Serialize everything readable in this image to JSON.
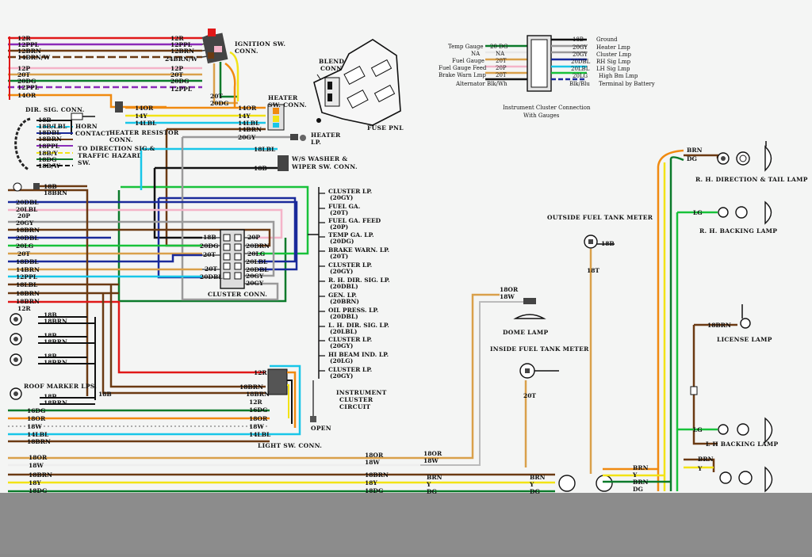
{
  "colors": {
    "red": "#e01818",
    "pink": "#f4b4c8",
    "brown": "#6b3a12",
    "yellow": "#f2e314",
    "dkgreen": "#0a7a2a",
    "ltgreen": "#18c23a",
    "purple": "#8a2bb8",
    "orange": "#f08a10",
    "tan": "#d9a04a",
    "gray": "#9a9a9a",
    "white": "#ffffff",
    "dkblue": "#1a2a9a",
    "ltblue": "#18c6e8",
    "black": "#111111"
  },
  "left_wires_top": [
    "12R",
    "12PPL",
    "12BRN",
    "14BRN/W",
    "12P",
    "20T",
    "20DG",
    "12PPL",
    "14OR"
  ],
  "ign_labels": [
    "12R",
    "12PPL",
    "12BRN",
    "24BRN/W",
    "12P",
    "20T",
    "20DG",
    "12PPL"
  ],
  "ign_title": [
    "IGNITION SW.",
    "CONN."
  ],
  "blend": [
    "BLEND",
    "CONN"
  ],
  "fuse": "FUSE PNL",
  "heater_resistor": [
    "HEATER RESISTOR",
    "CONN."
  ],
  "heater_sw": [
    "HEATER",
    "SW. CONN."
  ],
  "heater_sw_wires": [
    "14OR",
    "14Y",
    "14LBL",
    "14BRN"
  ],
  "resistor_wires": [
    "14OR",
    "14Y",
    "14LBL"
  ],
  "mid_wires": [
    "20T",
    "20DG",
    "20GY",
    "18LBL",
    "18B"
  ],
  "heater_lp": [
    "HEATER",
    "LP."
  ],
  "washer": [
    "W/S WASHER &",
    "WIPER SW. CONN."
  ],
  "dir_sig": "DIR. SIG. CONN.",
  "horn": [
    "HORN",
    "CONTACT"
  ],
  "dir_sig_wires": [
    "18B",
    "18B/LBL",
    "18DBL",
    "18BRN",
    "18PPL",
    "18B/Y",
    "18DG",
    "18B/W"
  ],
  "traffic": [
    "TO DIRECTION SIG.&",
    "TRAFFIC HAZARD",
    "SW."
  ],
  "instrument": {
    "title": [
      "Instrument Cluster Connection",
      "With Gauges"
    ],
    "left": [
      [
        "Temp Gauge",
        "20 DG"
      ],
      [
        "NA",
        "NA"
      ],
      [
        "Fuel Gauge",
        "20T"
      ],
      [
        "Fuel Gauge Feed",
        "20P"
      ],
      [
        "Brake Warn Lmp",
        "20T"
      ],
      [
        "Alternator",
        "Blk/Wh"
      ]
    ],
    "right": [
      [
        "18B",
        "Ground"
      ],
      [
        "20GY",
        "Heater Lmp"
      ],
      [
        "20GY",
        "Cluster Lmp"
      ],
      [
        "20DBL",
        "RH Sig Lmp"
      ],
      [
        "20LBL",
        "LH Sig Lmp"
      ],
      [
        "20LG",
        "High Bm Lmp"
      ],
      [
        "Blk/Blu",
        "Terminal by Battery"
      ]
    ]
  },
  "cluster_left_pins": [
    "18B",
    "20DG",
    "20T",
    "20T",
    "20DBL"
  ],
  "cluster_right_pins": [
    "20P",
    "20BRN",
    "20LG",
    "20LBL",
    "20DBL",
    "20GY",
    "20GY"
  ],
  "cluster_conn": "CLUSTER CONN.",
  "cluster_list": [
    [
      "CLUSTER LP.",
      "(20GY)"
    ],
    [
      "FUEL GA.",
      "(20T)"
    ],
    [
      "FUEL GA. FEED",
      "(20P)"
    ],
    [
      "TEMP GA. LP.",
      "(20DG)"
    ],
    [
      "BRAKE WARN. LP.",
      "(20T)"
    ],
    [
      "CLUSTER LP.",
      "(20GY)"
    ],
    [
      "R. H. DIR. SIG. LP.",
      "(20DBL)"
    ],
    [
      "GEN. LP.",
      "(20BRN)"
    ],
    [
      "OIL PRESS. LP.",
      "(20DBL)"
    ],
    [
      "L. H. DIR. SIG. LP.",
      "(20LBL)"
    ],
    [
      "CLUSTER LP.",
      "(20GY)"
    ],
    [
      "HI BEAM IND. LP.",
      "(20LG)"
    ],
    [
      "CLUSTER LP.",
      "(20GY)"
    ]
  ],
  "instrument_circuit": [
    "INSTRUMENT",
    "CLUSTER",
    "CIRCUIT"
  ],
  "left_bundle": [
    "18B",
    "18BRN",
    "20DBL",
    "20LBL",
    "20P",
    "20GY",
    "18BRN",
    "20DBL",
    "20LG",
    "20T",
    "18DBL",
    "14BRN",
    "12PPL",
    "18LBL",
    "18BRN",
    "18BRN",
    "12R"
  ],
  "bulb_wires": [
    [
      "18B",
      "18BRN"
    ],
    [
      "18B",
      "18BRN"
    ],
    [
      "18B",
      "18BRN"
    ],
    [
      "18B",
      "18BRN"
    ]
  ],
  "roof_marker": "ROOF MARKER LPS.",
  "roof_wires": [
    "18B",
    "18BRN",
    "18B",
    "18BRN"
  ],
  "light_sw_wires": [
    "12R",
    "18BRN",
    "18BRN",
    "16DG",
    "12R",
    "18OR",
    "18W",
    "14LBL"
  ],
  "light_sw_left": [
    "16DG",
    "18OR",
    "18W",
    "14LBL",
    "18BRN"
  ],
  "light_sw": "LIGHT SW. CONN.",
  "open": "OPEN",
  "bottom_left": [
    "18OR",
    "18W",
    "18BRN",
    "18Y",
    "18DG"
  ],
  "bottom_mid": [
    "18OR",
    "18W",
    "18BRN",
    "18Y",
    "18DG"
  ],
  "bottom_mid2": [
    "18OR",
    "18W"
  ],
  "bottom_right_wires": [
    "BRN",
    "Y",
    "DG"
  ],
  "outside_fuel": "OUTSIDE FUEL TANK METER",
  "outside_fuel_wires": [
    "18B",
    "18T"
  ],
  "dome_lamp": "DOME LAMP",
  "dome_wires": [
    "18OR",
    "18W"
  ],
  "inside_fuel": "INSIDE FUEL TANK METER",
  "inside_fuel_wire": "20T",
  "rh_dir": "R. H. DIRECTION & TAIL LAMP",
  "rh_dir_wires": [
    "BRN",
    "DG"
  ],
  "rh_backing": "R. H. BACKING LAMP",
  "rh_backing_wire": "LG",
  "license": "LICENSE LAMP",
  "license_wire": "18BRN",
  "lh_backing": "L H BACKING LAMP",
  "lh_backing_wire": "LG",
  "lh_wires": [
    "BRN",
    "Y",
    "BRN",
    "Y"
  ],
  "rear_wires": [
    "BRN",
    "Y",
    "BRN",
    "Y",
    "DG"
  ]
}
